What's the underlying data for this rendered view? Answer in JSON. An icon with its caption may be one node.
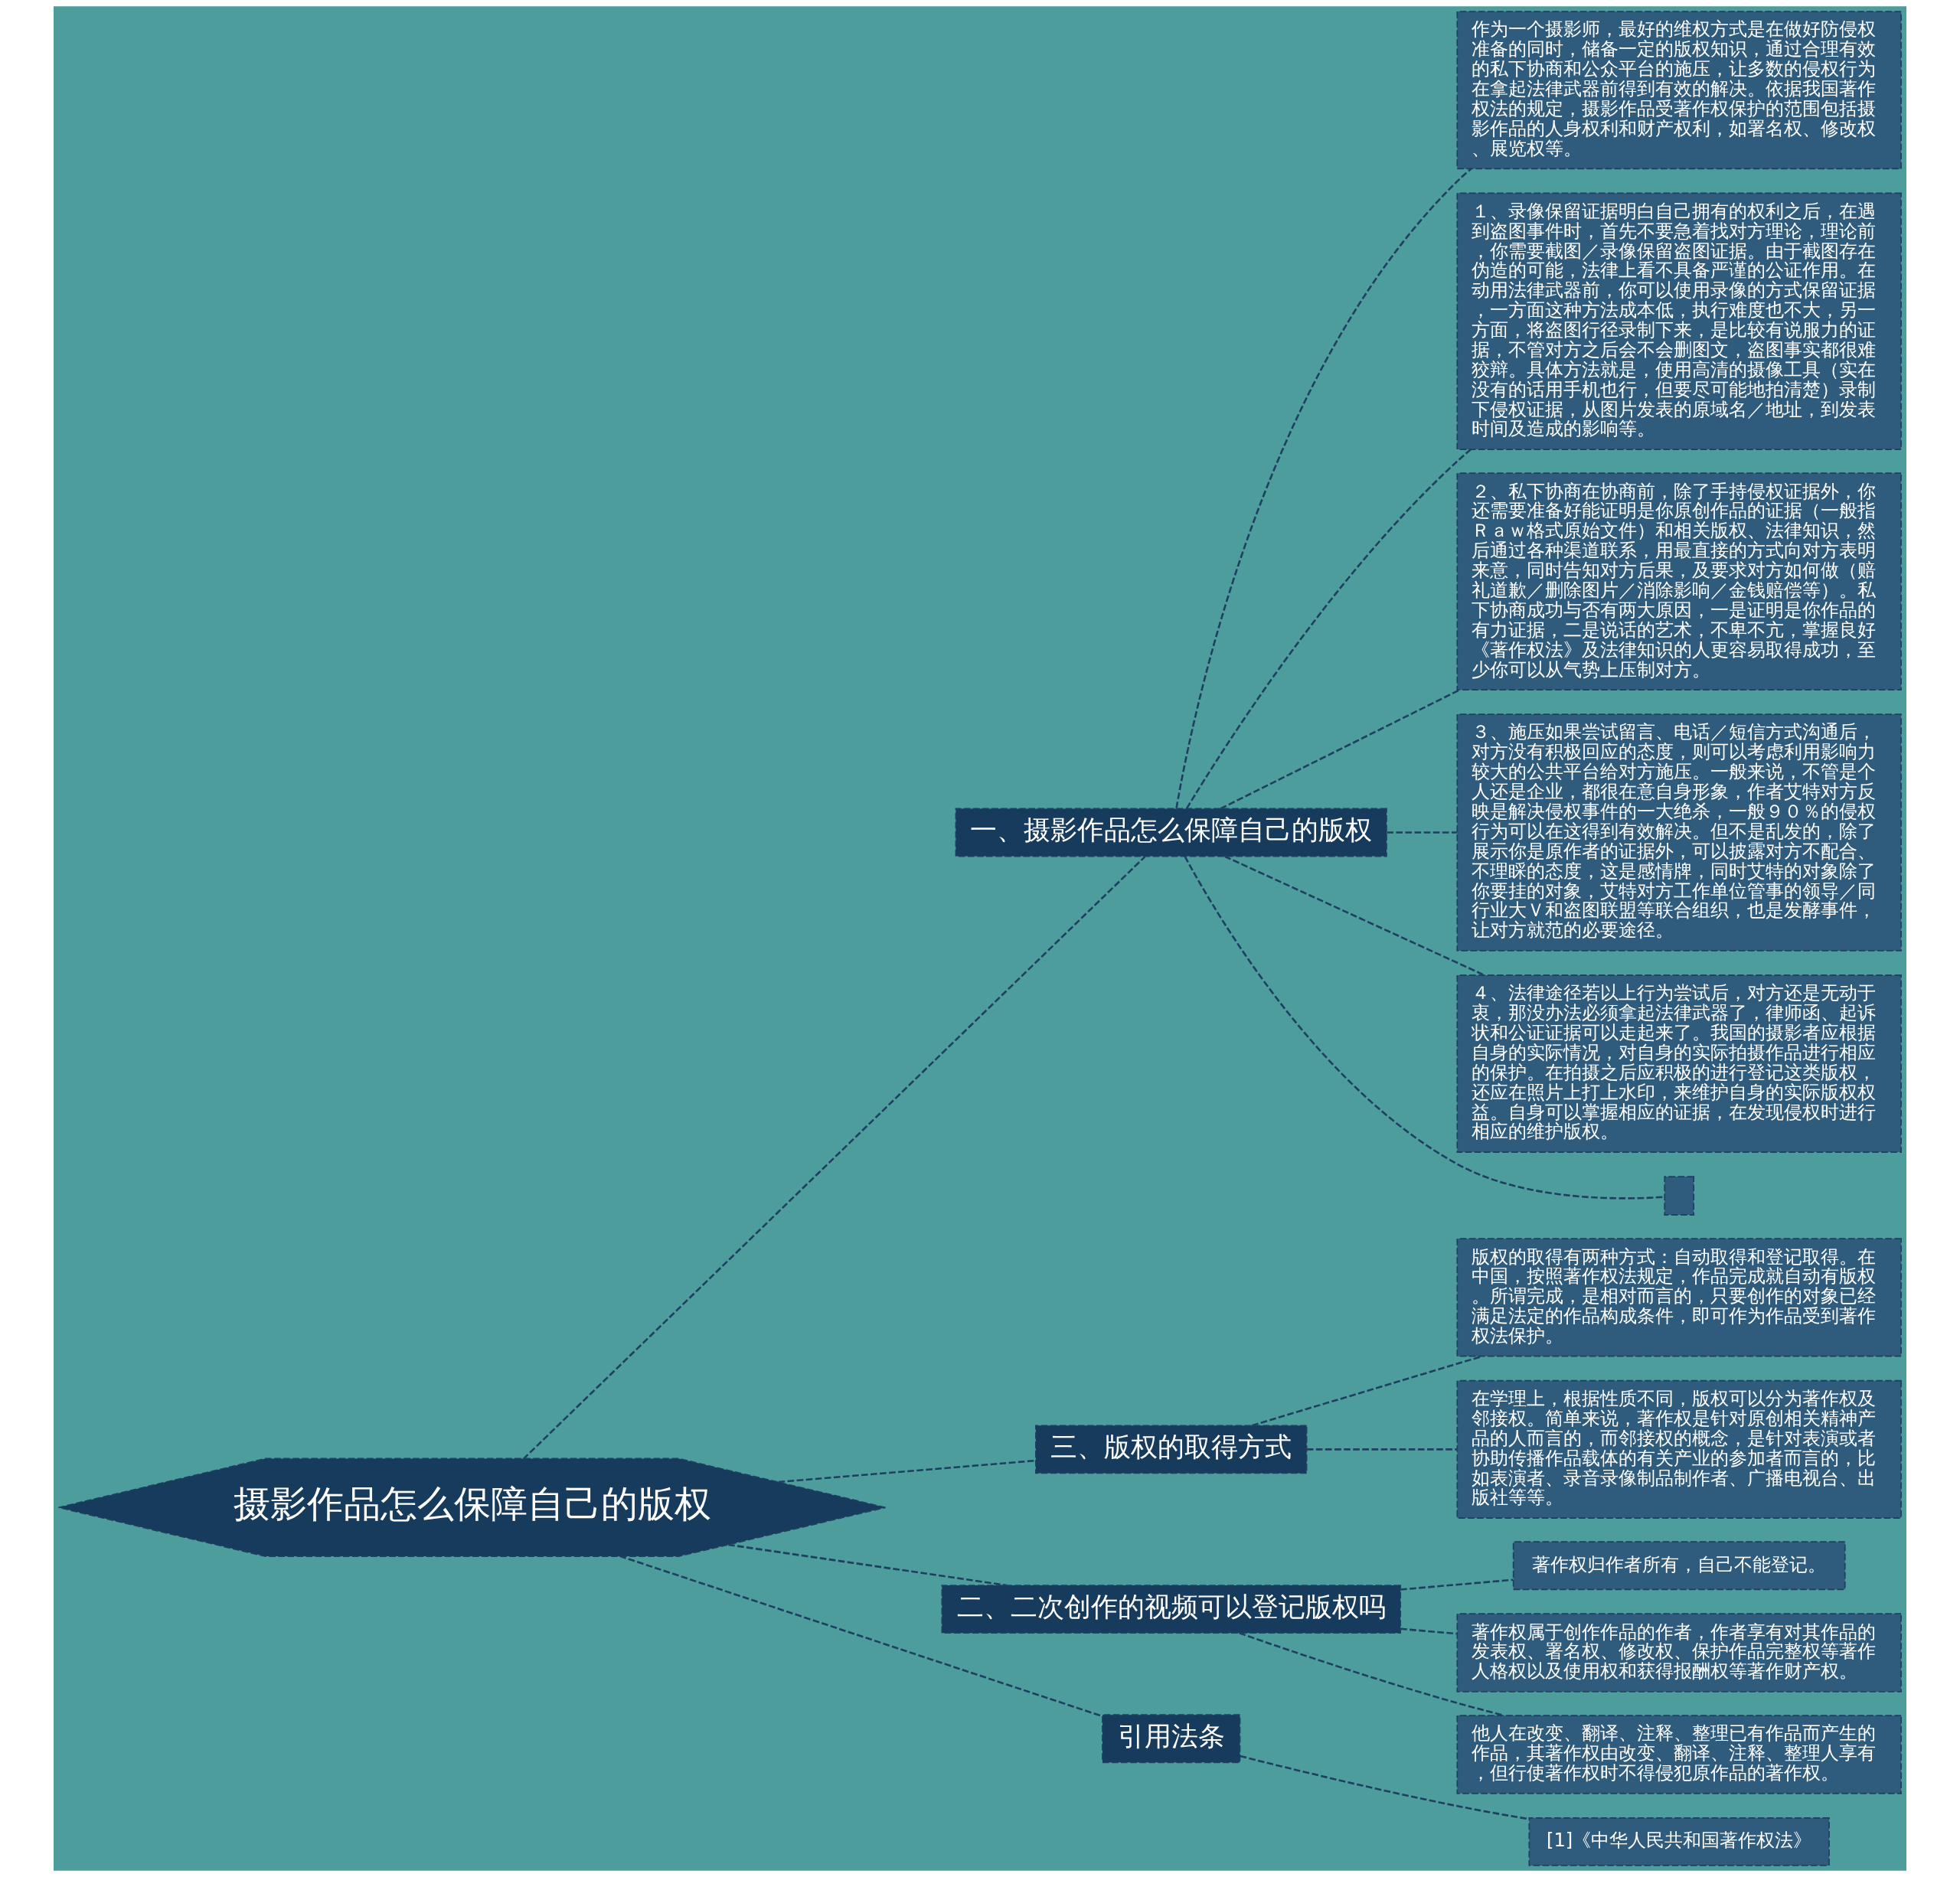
{
  "diagram": {
    "nodes": [
      {
        "text": [
          "摄影作品怎么保障自己的版权"
        ]
      },
      {
        "text": [
          "一、摄影作品怎么保障自己的版权"
        ]
      },
      {
        "text": [
          "作为一个摄影师，最好的维权方式是在做好防侵权准备的同时，储备一定的版权知识，通过合理有效的私下协商和公众平台的施压，让多数的侵权行为在拿起法律武器前得到有效的解决。依据我国著作权法的规定，摄影作品受著作权保护的范围包括摄影作品的人身权利和财产权利，如署名权、修改权、展览权等。"
        ]
      },
      {
        "text": [
          "１、录像保留证据明白自己拥有的权利之后，在遇到盗图事件时，首先不要急着找对方理论，理论前，你需要截图／录像保留盗图证据。由于截图存在伪造的可能，法律上看不具备严谨的公证作用。在动用法律武器前，你可以使用录像的方式保留证据，一方面这种方法成本低，执行难度也不大，另一方面，将盗图行径录制下来，是比较有说服力的证据，不管对方之后会不会删图文，盗图事实都很难狡辩。具体方法就是，使用高清的摄像工具（实在没有的话用手机也行，但要尽可能地拍清楚）录制下侵权证据，从图片发表的原域名／地址，到发表时间及造成的影响等。"
        ]
      },
      {
        "text": [
          "２、私下协商在协商前，除了手持侵权证据外，你还需要准备好能证明是你原创作品的证据（一般指Ｒａｗ格式原始文件）和相关版权、法律知识，然后通过各种渠道联系，用最直接的方式向对方表明来意，同时告知对方后果，及要求对方如何做（赔礼道歉／删除图片／消除影响／金钱赔偿等）。私下协商成功与否有两大原因，一是证明是你作品的有力证据，二是说话的艺术，不卑不亢，掌握良好《著作权法》及法律知识的人更容易取得成功，至少你可以从气势上压制对方。"
        ]
      },
      {
        "text": [
          "３、施压如果尝试留言、电话／短信方式沟通后，对方没有积极回应的态度，则可以考虑利用影响力较大的公共平台给对方施压。一般来说，不管是个人还是企业，都很在意自身形象，作者艾特对方反映是解决侵权事件的一大绝杀，一般９０％的侵权行为可以在这得到有效解决。但不是乱发的，除了展示你是原作者的证据外，可以披露对方不配合、不理睬的态度，这是感情牌，同时艾特的对象除了你要挂的对象，艾特对方工作单位管事的领导／同行业大Ｖ和盗图联盟等联合组织，也是发酵事件，让对方就范的必要途径。"
        ]
      },
      {
        "text": [
          "４、法律途径若以上行为尝试后，对方还是无动于衷，那没办法必须拿起法律武器了，律师函、起诉状和公证证据可以走起来了。我国的摄影者应根据自身的实际情况，对自身的实际拍摄作品进行相应的保护。在拍摄之后应积极的进行登记这类版权，还应在照片上打上水印，来维护自身的实际版权权益。自身可以掌握相应的证据，在发现侵权时进行相应的维护版权。"
        ]
      },
      {
        "text": [],
        "shape": "box"
      },
      {
        "text": [
          "三、版权的取得方式"
        ]
      },
      {
        "text": [
          "版权的取得有两种方式：自动取得和登记取得。在中国，按照著作权法规定，作品完成就自动有版权。所谓完成，是相对而言的，只要创作的对象已经满足法定的作品构成条件，即可作为作品受到著作权法保护。"
        ]
      },
      {
        "text": [
          "在学理上，根据性质不同，版权可以分为著作权及邻接权。简单来说，著作权是针对原创相关精神产品的人而言的，而邻接权的概念，是针对表演或者协助传播作品载体的有关产业的参加者而言的，比如表演者、录音录像制品制作者、广播电视台、出版社等等。"
        ]
      },
      {
        "text": [
          "二、二次创作的视频可以登记版权吗"
        ]
      },
      {
        "text": [
          "著作权归作者所有，自己不能登记。"
        ]
      },
      {
        "text": [
          "著作权属于创作作品的作者，作者享有对其作品的发表权、署名权、修改权、保护作品完整权等著作人格权以及使用权和获得报酬权等著作财产权。"
        ]
      },
      {
        "text": [
          "他人在改变、翻译、注释、整理已有作品而产生的作品，其著作权由改变、翻译、注释、整理人享有，但行使著作权时不得侵犯原作品的著作权。"
        ]
      },
      {
        "text": [
          "引用法条"
        ]
      },
      {
        "text": [
          "[1]《中华人民共和国著作权法》"
        ]
      }
    ],
    "edges": [
      {
        "from": 0,
        "to": 1,
        "arrow": "none"
      },
      {
        "from": 1,
        "to": 2,
        "arrow": "none"
      },
      {
        "from": 1,
        "to": 3,
        "arrow": "none"
      },
      {
        "from": 1,
        "to": 4,
        "arrow": "none"
      },
      {
        "from": 1,
        "to": 5,
        "arrow": "none"
      },
      {
        "from": 1,
        "to": 6,
        "arrow": "none"
      },
      {
        "from": 1,
        "to": 7,
        "arrow": "none"
      },
      {
        "from": 0,
        "to": 8,
        "arrow": "none"
      },
      {
        "from": 8,
        "to": 9,
        "arrow": "none"
      },
      {
        "from": 8,
        "to": 10,
        "arrow": "none"
      },
      {
        "from": 0,
        "to": 11,
        "arrow": "none"
      },
      {
        "from": 11,
        "to": 12,
        "arrow": "none"
      },
      {
        "from": 11,
        "to": 13,
        "arrow": "none"
      },
      {
        "from": 11,
        "to": 14,
        "arrow": "none"
      },
      {
        "from": 0,
        "to": 15,
        "arrow": "none"
      },
      {
        "from": 15,
        "to": 16,
        "arrow": "none"
      }
    ]
  }
}
